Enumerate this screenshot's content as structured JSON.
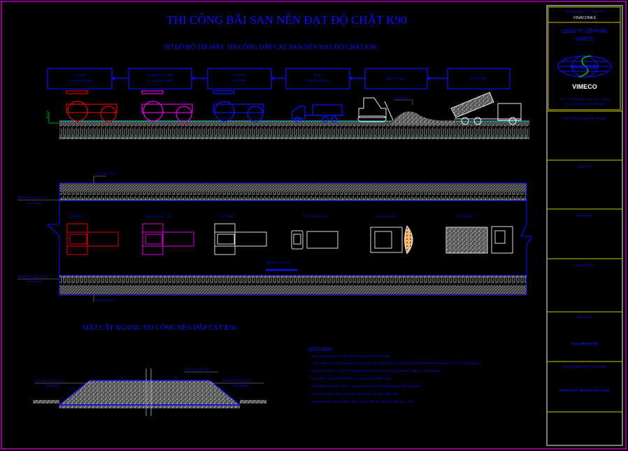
{
  "drawing": {
    "title": "THI CÔNG BÃI SAN NỀN ĐẠT ĐỘ CHẶT K90",
    "subtitle": "SƠ ĐỒ BỐ TRÍ MÁY THI CÔNG ĐẮP CÁT SAN NỀN ĐẠT ĐỘ CHẶT K90",
    "flow_boxes": [
      {
        "line1": "LU TĨNH",
        "line2": "LU HOÀN THIỆN"
      },
      {
        "line1": "LU RUNG 16 - 24T",
        "line2": "LU ĐẠT ĐỘ CHẶT"
      },
      {
        "line1": "LU TĨNH",
        "line2": "LU SƠ BỘ"
      },
      {
        "line1": "Ô TÔ",
        "line2": "TƯỚI NƯỚC 5M3"
      },
      {
        "line1": "MÁY ỦI 110CV",
        "line2": ""
      },
      {
        "line1": "Ô TÔ TỰ ĐỔ",
        "line2": ""
      }
    ],
    "elevation": {
      "layer_label": "30 CM",
      "sand_label": "CÁT ĐẮP"
    },
    "plan": {
      "top_label": "ĐẤT HỮU CƠ",
      "bottom_label": "ĐẤT HỮU CƠ",
      "embank_label_1": "ĐẮP BAO MÁI TA LUY",
      "embank_label_2": "DÀY 50CM",
      "direction_label": "HƯỚNG THI CÔNG",
      "vehicles": [
        "LU TĨNH",
        "LU RUNG 16 - 24T",
        "LU TĨNH",
        "Ô TÔ TƯỚI NƯỚC",
        "MÁY ỦI 110CV",
        "Ô TÔ TỰ ĐỔ"
      ]
    },
    "section": {
      "title": "MẶT CẮT NGANG THI CÔNG NỀN ĐẮP CÁT K90",
      "left_label_1": "ĐẮP BAO MÁI TA LUY",
      "left_label_2": "DÀY 50CM",
      "right_label_1": "ĐẮP BAO MÁI TA LUY",
      "right_label_2": "DÀY 50CM",
      "sand_label": "CÁT ĐẮP CÁT K90",
      "slope_left": "i%",
      "slope_right": "i%",
      "slope_ratio_left": "1:1.5",
      "slope_ratio_right": "1:1.5"
    },
    "notes": {
      "heading": "THUYẾT MINH:",
      "lines": [
        "- THI CÔNG ĐẮP CÁT NỀN ĐƯỜNG ĐẠT ĐỘ CHẶT K90:",
        "+ VẬN CHUYỂN CÁT ĐẾN KHU VỰC THI CÔNG BẰNG Ô TÔ TỰ ĐỔ (CÁT ĐẮP PHẢI ĐẢM BẢO YÊU CẦU KỸ THUẬT)",
        "+ DÙNG LU ĐỂ LU LỚP CÁT ĐẮP ĐẠT ĐỘ CHẶT K90, QUÁ TRÌNH LU THEO 3 GIAI ĐOẠN",
        "LU SƠ BỘ, LU ĐẠT ĐỘ CHẶT VÀ LU HOÀN THIỆN MẶT",
        "+ NGHIỆM THU ĐỘ CHẶT, CAO ĐỘ, KÍCH THƯỚC HÌNH HỌC LỚP VỪA ĐẮP",
        "- TIẾP TỤC THI CÔNG CÁC LỚP CÁT ĐẾN CAO ĐỘ THIẾT KẾ",
        "- NGHIỆM THU TỔNG THỂ CÔNG TÁC ĐẮP CÁT NỀN ĐƯỜNG ĐẠT K90"
      ]
    }
  },
  "title_block": {
    "corp_line1": "TỔNG CÔNG TY CỔ PHẦN",
    "corp_line2": "VINACONEX",
    "company_line1": "CÔNG TY CỔ PHẦN",
    "company_line2": "VIMECO",
    "logo_text": "VINACONEX",
    "logo_sub": "VIMECO",
    "address": "LÔ E9 - PHẠM HÙNG - CẦU GIẤY - HÀ NỘI",
    "phone": "TEL: 04 7848204 - FAX: 047848202",
    "cells": [
      {
        "label": "PHÓ TỔNG GIÁM ĐỐC DUYỆT",
        "value": ""
      },
      {
        "label": "KIỂM TRA",
        "value": ""
      },
      {
        "label": "NGƯỜI VẼ",
        "value": ""
      },
      {
        "label": "CHỦ ĐẦU TƯ",
        "value": ""
      },
      {
        "label": "GÓI THẦU",
        "value": "SAN NỀN SƠ BỘ"
      },
      {
        "label": "BẢN VẼ BIỆN PHÁP THI CÔNG",
        "value": "SƠ ĐỒ DÂY TRUYỀN THI CÔNG"
      }
    ]
  },
  "colors": {
    "accent": "#1010ff",
    "frame": "#c000c0",
    "title_block_line": "#c8c800",
    "ground": "#00c8c8"
  }
}
